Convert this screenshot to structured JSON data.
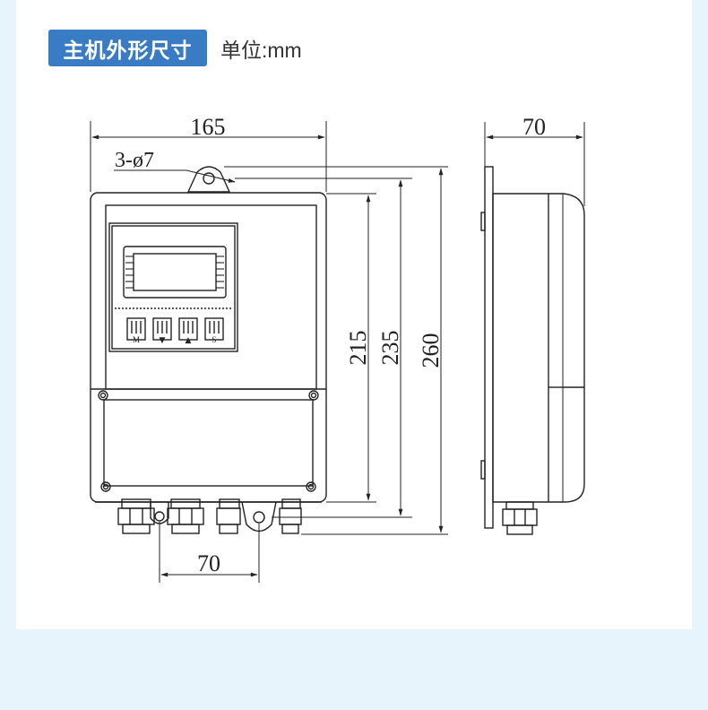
{
  "header": {
    "title": "主机外形尺寸",
    "unit_label": "单位:mm"
  },
  "front_view": {
    "width": "165",
    "hole_note": "3-ø7",
    "heights": [
      "215",
      "235",
      "260"
    ],
    "bottom_spacing": "70",
    "keys": [
      "M",
      "▼",
      "▲",
      "S"
    ]
  },
  "side_view": {
    "depth": "70"
  },
  "colors": {
    "badge": "#3a7cc4",
    "page_bg": "#e8f4fc",
    "line": "#222222"
  }
}
